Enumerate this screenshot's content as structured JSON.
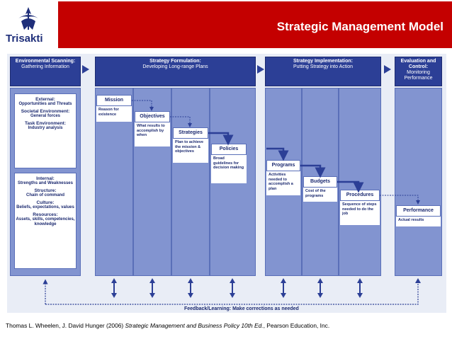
{
  "header": {
    "title": "Strategic Management Model",
    "logo_text": "Trisakti",
    "accent_color": "#c40000"
  },
  "phases": {
    "scanning": {
      "title": "Environmental Scanning:",
      "subtitle": "Gathering Information"
    },
    "formulation": {
      "title": "Strategy Formulation:",
      "subtitle": "Developing Long-range Plans"
    },
    "implementation": {
      "title": "Strategy Implementation:",
      "subtitle": "Putting Strategy into Action"
    },
    "evaluation": {
      "title": "Evaluation and Control:",
      "subtitle": "Monitoring Performance"
    }
  },
  "external": {
    "title": "External:",
    "subtitle": "Opportunities and Threats",
    "societal_title": "Societal Environment:",
    "societal_sub": "General forces",
    "task_title": "Task Environment:",
    "task_sub": "Industry analysis"
  },
  "internal": {
    "title": "Internal:",
    "subtitle": "Strengths and Weaknesses",
    "structure_title": "Structure:",
    "structure_sub": "Chain of command",
    "culture_title": "Culture:",
    "culture_sub": "Beliefs, expectations, values",
    "resources_title": "Resources:",
    "resources_sub": "Assets, skills, competencies, knowledge"
  },
  "steps": {
    "mission": {
      "label": "Mission",
      "desc": "Reason for existence"
    },
    "objectives": {
      "label": "Objectives",
      "desc": "What results to accomplish by when"
    },
    "strategies": {
      "label": "Strategies",
      "desc": "Plan to achieve the mission & objectives"
    },
    "policies": {
      "label": "Policies",
      "desc": "Broad guidelines for decision making"
    },
    "programs": {
      "label": "Programs",
      "desc": "Activities needed to accomplish a plan"
    },
    "budgets": {
      "label": "Budgets",
      "desc": "Cost of the programs"
    },
    "procedures": {
      "label": "Procedures",
      "desc": "Sequence of steps needed to do the job"
    },
    "performance": {
      "label": "Performance",
      "desc": "Actual results"
    }
  },
  "feedback": {
    "label": "Feedback/Learning: Make corrections as needed"
  },
  "citation": {
    "authors": "Thomas L. Wheelen, J. David Hunger (2006) ",
    "book": "Strategic Management and Business Policy 10th Ed.",
    "publisher": ", Pearson Education, Inc."
  }
}
